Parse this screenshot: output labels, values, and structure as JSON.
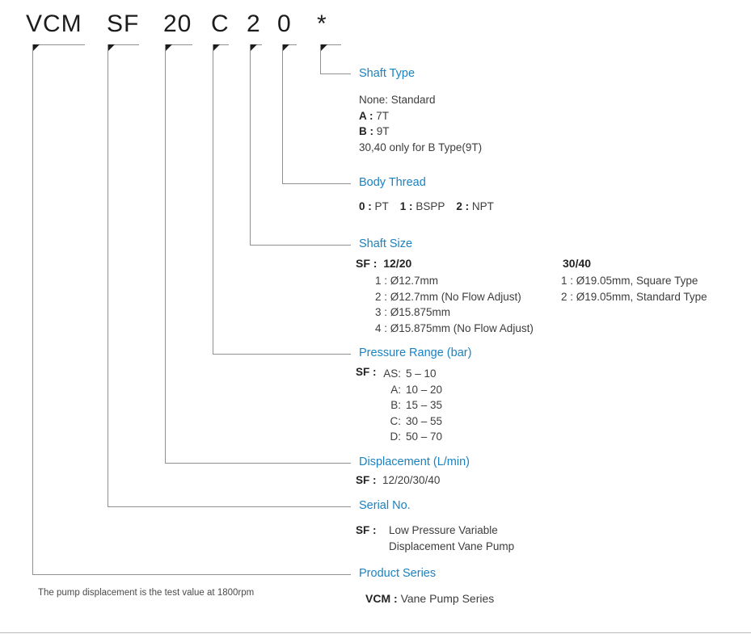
{
  "colors": {
    "accent_blue": "#1a82c2",
    "body_text": "#3d3d3d",
    "bold_text": "#242424",
    "bracket_line": "#8f8f8f",
    "corner_triangle": "#1d1d1d"
  },
  "code": {
    "segments": [
      "VCM",
      "SF",
      "20",
      "C",
      "2",
      "0",
      "*"
    ]
  },
  "shaft_type": {
    "label": "Shaft Type",
    "line_none": "None: Standard",
    "options": [
      {
        "k": "A :",
        "v": "7T"
      },
      {
        "k": "B :",
        "v": "9T"
      }
    ],
    "note": "30,40 only for B Type(9T)"
  },
  "body_thread": {
    "label": "Body Thread",
    "options": [
      {
        "k": "0 :",
        "v": "PT"
      },
      {
        "k": "1 :",
        "v": "BSPP"
      },
      {
        "k": "2 :",
        "v": "NPT"
      }
    ]
  },
  "shaft_size": {
    "label": "Shaft Size",
    "sf_prefix": "SF :",
    "sf_title": "12/20",
    "sf_options": [
      "1 : Ø12.7mm",
      "2 : Ø12.7mm (No Flow Adjust)",
      "3 : Ø15.875mm",
      "4 : Ø15.875mm (No Flow Adjust)"
    ],
    "alt_title": "30/40",
    "alt_options": [
      "1 : Ø19.05mm, Square Type",
      "2 : Ø19.05mm, Standard Type"
    ]
  },
  "pressure_range": {
    "label": "Pressure Range (bar)",
    "prefix": "SF :",
    "options": [
      {
        "k": "AS:",
        "v": "5 – 10"
      },
      {
        "k": "A:",
        "v": "10 – 20"
      },
      {
        "k": "B:",
        "v": "15 – 35"
      },
      {
        "k": "C:",
        "v": "30 – 55"
      },
      {
        "k": "D:",
        "v": "50 – 70"
      }
    ]
  },
  "displacement": {
    "label": "Displacement (L/min)",
    "prefix": "SF :",
    "value": "12/20/30/40"
  },
  "serial_no": {
    "label": "Serial No.",
    "prefix": "SF :",
    "value_line1": "Low Pressure Variable",
    "value_line2": "Displacement Vane Pump"
  },
  "product_series": {
    "label": "Product Series",
    "prefix": "VCM :",
    "value": "Vane Pump Series"
  },
  "footnote": "The pump displacement is the test value at 1800rpm"
}
